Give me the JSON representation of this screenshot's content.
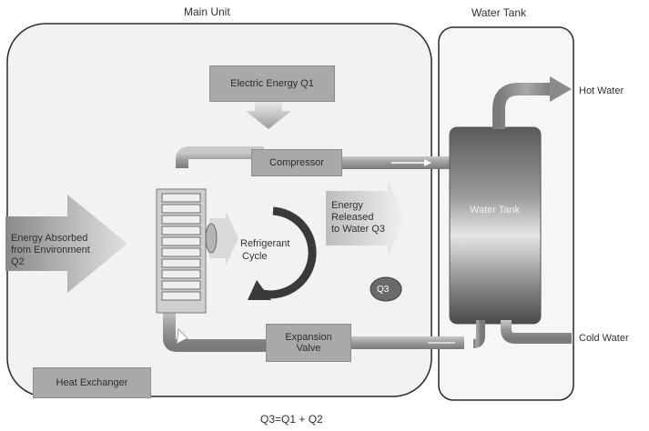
{
  "titles": {
    "main_unit": "Main Unit",
    "water_tank": "Water Tank"
  },
  "components": {
    "electric_energy": "Electric Energy Q1",
    "compressor": "Compressor",
    "water_tank_label": "Water Tank",
    "expansion_valve_line1": "Expansion",
    "expansion_valve_line2": "Valve",
    "heat_exchanger": "Heat Exchanger",
    "refrigerant_cycle_line1": "Refrigerant",
    "refrigerant_cycle_line2": "Cycle",
    "q3_badge": "Q3"
  },
  "energy": {
    "absorbed_line1": "Energy Absorbed",
    "absorbed_line2": "from Environment",
    "absorbed_line3": "Q2",
    "released_line1": "Energy",
    "released_line2": "Released",
    "released_line3": "to Water Q3"
  },
  "water": {
    "hot": "Hot Water",
    "cold": "Cold Water"
  },
  "equation": "Q3=Q1 + Q2"
}
